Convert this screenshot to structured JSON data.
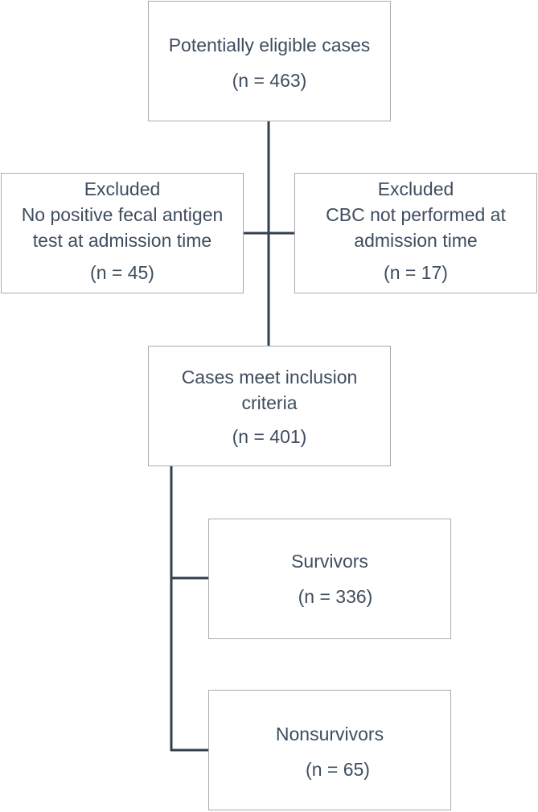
{
  "flowchart": {
    "eligible": {
      "label": "Potentially eligible cases",
      "count": "(n = 463)"
    },
    "excluded_left": {
      "heading": "Excluded",
      "reason_line1": "No positive fecal antigen",
      "reason_line2": "test at admission time",
      "count": "(n = 45)"
    },
    "excluded_right": {
      "heading": "Excluded",
      "reason_line1": "CBC not performed at",
      "reason_line2": "admission time",
      "count": "(n = 17)"
    },
    "included": {
      "label_line1": "Cases meet inclusion",
      "label_line2": "criteria",
      "count": "(n = 401)"
    },
    "survivors": {
      "label": "Survivors",
      "count": "(n = 336)"
    },
    "nonsurvivors": {
      "label": "Nonsurvivors",
      "count": "(n = 65)"
    },
    "colors": {
      "connector": "#323f4d",
      "box_border": "#a9abae",
      "text": "#3f4d5e"
    }
  }
}
